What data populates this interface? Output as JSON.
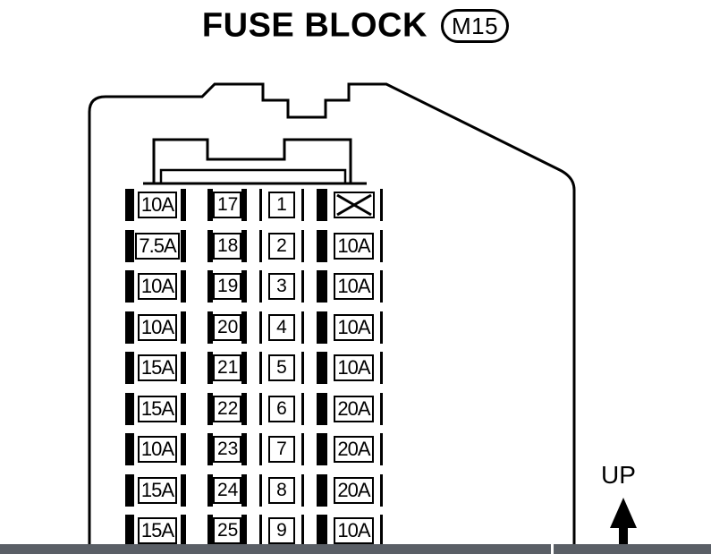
{
  "title": {
    "text": "FUSE BLOCK",
    "connector_code": "M15"
  },
  "fuses": [
    {
      "col": 1,
      "row": 1,
      "label": "10A"
    },
    {
      "col": 1,
      "row": 2,
      "label": "7.5A"
    },
    {
      "col": 1,
      "row": 3,
      "label": "10A"
    },
    {
      "col": 1,
      "row": 4,
      "label": "10A"
    },
    {
      "col": 1,
      "row": 5,
      "label": "15A"
    },
    {
      "col": 1,
      "row": 6,
      "label": "15A"
    },
    {
      "col": 1,
      "row": 7,
      "label": "10A"
    },
    {
      "col": 1,
      "row": 8,
      "label": "15A"
    },
    {
      "col": 1,
      "row": 9,
      "label": "15A"
    },
    {
      "col": 2,
      "row": 1,
      "label": "17"
    },
    {
      "col": 2,
      "row": 2,
      "label": "18"
    },
    {
      "col": 2,
      "row": 3,
      "label": "19"
    },
    {
      "col": 2,
      "row": 4,
      "label": "20"
    },
    {
      "col": 2,
      "row": 5,
      "label": "21"
    },
    {
      "col": 2,
      "row": 6,
      "label": "22"
    },
    {
      "col": 2,
      "row": 7,
      "label": "23"
    },
    {
      "col": 2,
      "row": 8,
      "label": "24"
    },
    {
      "col": 2,
      "row": 9,
      "label": "25"
    },
    {
      "col": 3,
      "row": 1,
      "label": "1"
    },
    {
      "col": 3,
      "row": 2,
      "label": "2"
    },
    {
      "col": 3,
      "row": 3,
      "label": "3"
    },
    {
      "col": 3,
      "row": 4,
      "label": "4"
    },
    {
      "col": 3,
      "row": 5,
      "label": "5"
    },
    {
      "col": 3,
      "row": 6,
      "label": "6"
    },
    {
      "col": 3,
      "row": 7,
      "label": "7"
    },
    {
      "col": 3,
      "row": 8,
      "label": "8"
    },
    {
      "col": 3,
      "row": 9,
      "label": "9"
    },
    {
      "col": 4,
      "row": 1,
      "label": "",
      "empty_slot": true
    },
    {
      "col": 4,
      "row": 2,
      "label": "10A"
    },
    {
      "col": 4,
      "row": 3,
      "label": "10A"
    },
    {
      "col": 4,
      "row": 4,
      "label": "10A"
    },
    {
      "col": 4,
      "row": 5,
      "label": "10A"
    },
    {
      "col": 4,
      "row": 6,
      "label": "20A"
    },
    {
      "col": 4,
      "row": 7,
      "label": "20A"
    },
    {
      "col": 4,
      "row": 8,
      "label": "20A"
    },
    {
      "col": 4,
      "row": 9,
      "label": "10A"
    }
  ],
  "orientation": {
    "label": "UP",
    "icon": "up-arrow-icon"
  },
  "colors": {
    "ink": "#000000",
    "paper": "#ffffff",
    "footer_bar": "#5a5f66"
  }
}
